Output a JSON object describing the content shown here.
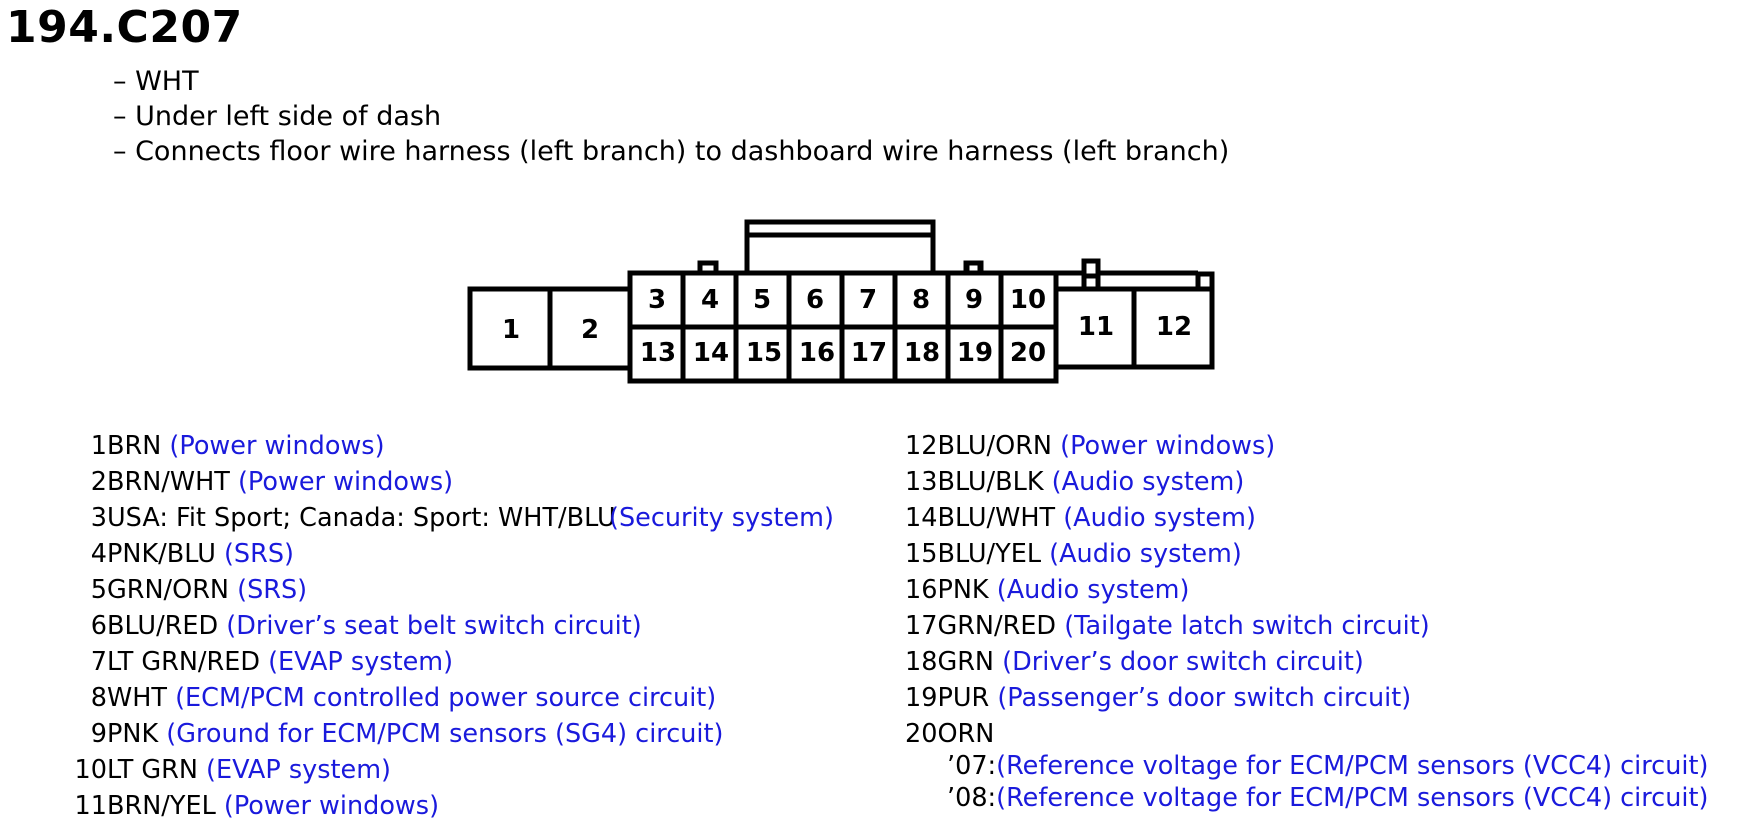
{
  "title": "194.C207",
  "info": [
    "– WHT",
    "– Under left side of dash",
    "– Connects floor wire harness (left branch) to dashboard wire harness (left branch)"
  ],
  "connector": {
    "pins": [
      "1",
      "2",
      "3",
      "4",
      "5",
      "6",
      "7",
      "8",
      "9",
      "10",
      "11",
      "12",
      "13",
      "14",
      "15",
      "16",
      "17",
      "18",
      "19",
      "20"
    ]
  },
  "pinout": [
    {
      "pin": "1",
      "wire": "BRN",
      "circuit": "(Power windows)"
    },
    {
      "pin": "2",
      "wire": "BRN/WHT",
      "circuit": "(Power windows)"
    },
    {
      "pin": "3",
      "wire": "USA: Fit Sport; Canada: Sport: WHT/BLU",
      "circuit": "(Security system)"
    },
    {
      "pin": "4",
      "wire": "PNK/BLU",
      "circuit": "(SRS)"
    },
    {
      "pin": "5",
      "wire": "GRN/ORN",
      "circuit": "(SRS)"
    },
    {
      "pin": "6",
      "wire": "BLU/RED",
      "circuit": "(Driver’s seat belt switch circuit)"
    },
    {
      "pin": "7",
      "wire": "LT GRN/RED",
      "circuit": "(EVAP system)"
    },
    {
      "pin": "8",
      "wire": "WHT",
      "circuit": "(ECM/PCM controlled power source circuit)"
    },
    {
      "pin": "9",
      "wire": "PNK",
      "circuit": "(Ground for ECM/PCM sensors (SG4) circuit)"
    },
    {
      "pin": "10",
      "wire": "LT GRN",
      "circuit": "(EVAP system)"
    },
    {
      "pin": "11",
      "wire": "BRN/YEL",
      "circuit": "(Power windows)"
    },
    {
      "pin": "12",
      "wire": "BLU/ORN",
      "circuit": "(Power windows)"
    },
    {
      "pin": "13",
      "wire": "BLU/BLK",
      "circuit": "(Audio system)"
    },
    {
      "pin": "14",
      "wire": "BLU/WHT",
      "circuit": "(Audio system)"
    },
    {
      "pin": "15",
      "wire": "BLU/YEL",
      "circuit": "(Audio system)"
    },
    {
      "pin": "16",
      "wire": "PNK",
      "circuit": "(Audio system)"
    },
    {
      "pin": "17",
      "wire": "GRN/RED",
      "circuit": "(Tailgate latch switch circuit)"
    },
    {
      "pin": "18",
      "wire": "GRN",
      "circuit": "(Driver’s door switch circuit)"
    },
    {
      "pin": "19",
      "wire": "PUR",
      "circuit": "(Passenger’s door switch circuit)"
    },
    {
      "pin": "20",
      "wire": "ORN",
      "circuit": ""
    }
  ],
  "pin20_notes": [
    {
      "year": "’07:",
      "circuit": "(Reference voltage for ECM/PCM sensors (VCC4) circuit)"
    },
    {
      "year": "’08:",
      "circuit": "(Reference voltage for ECM/PCM sensors (VCC4) circuit)"
    }
  ],
  "colors": {
    "text": "#000000",
    "link": "#1a1adc",
    "outline": "#000000"
  }
}
